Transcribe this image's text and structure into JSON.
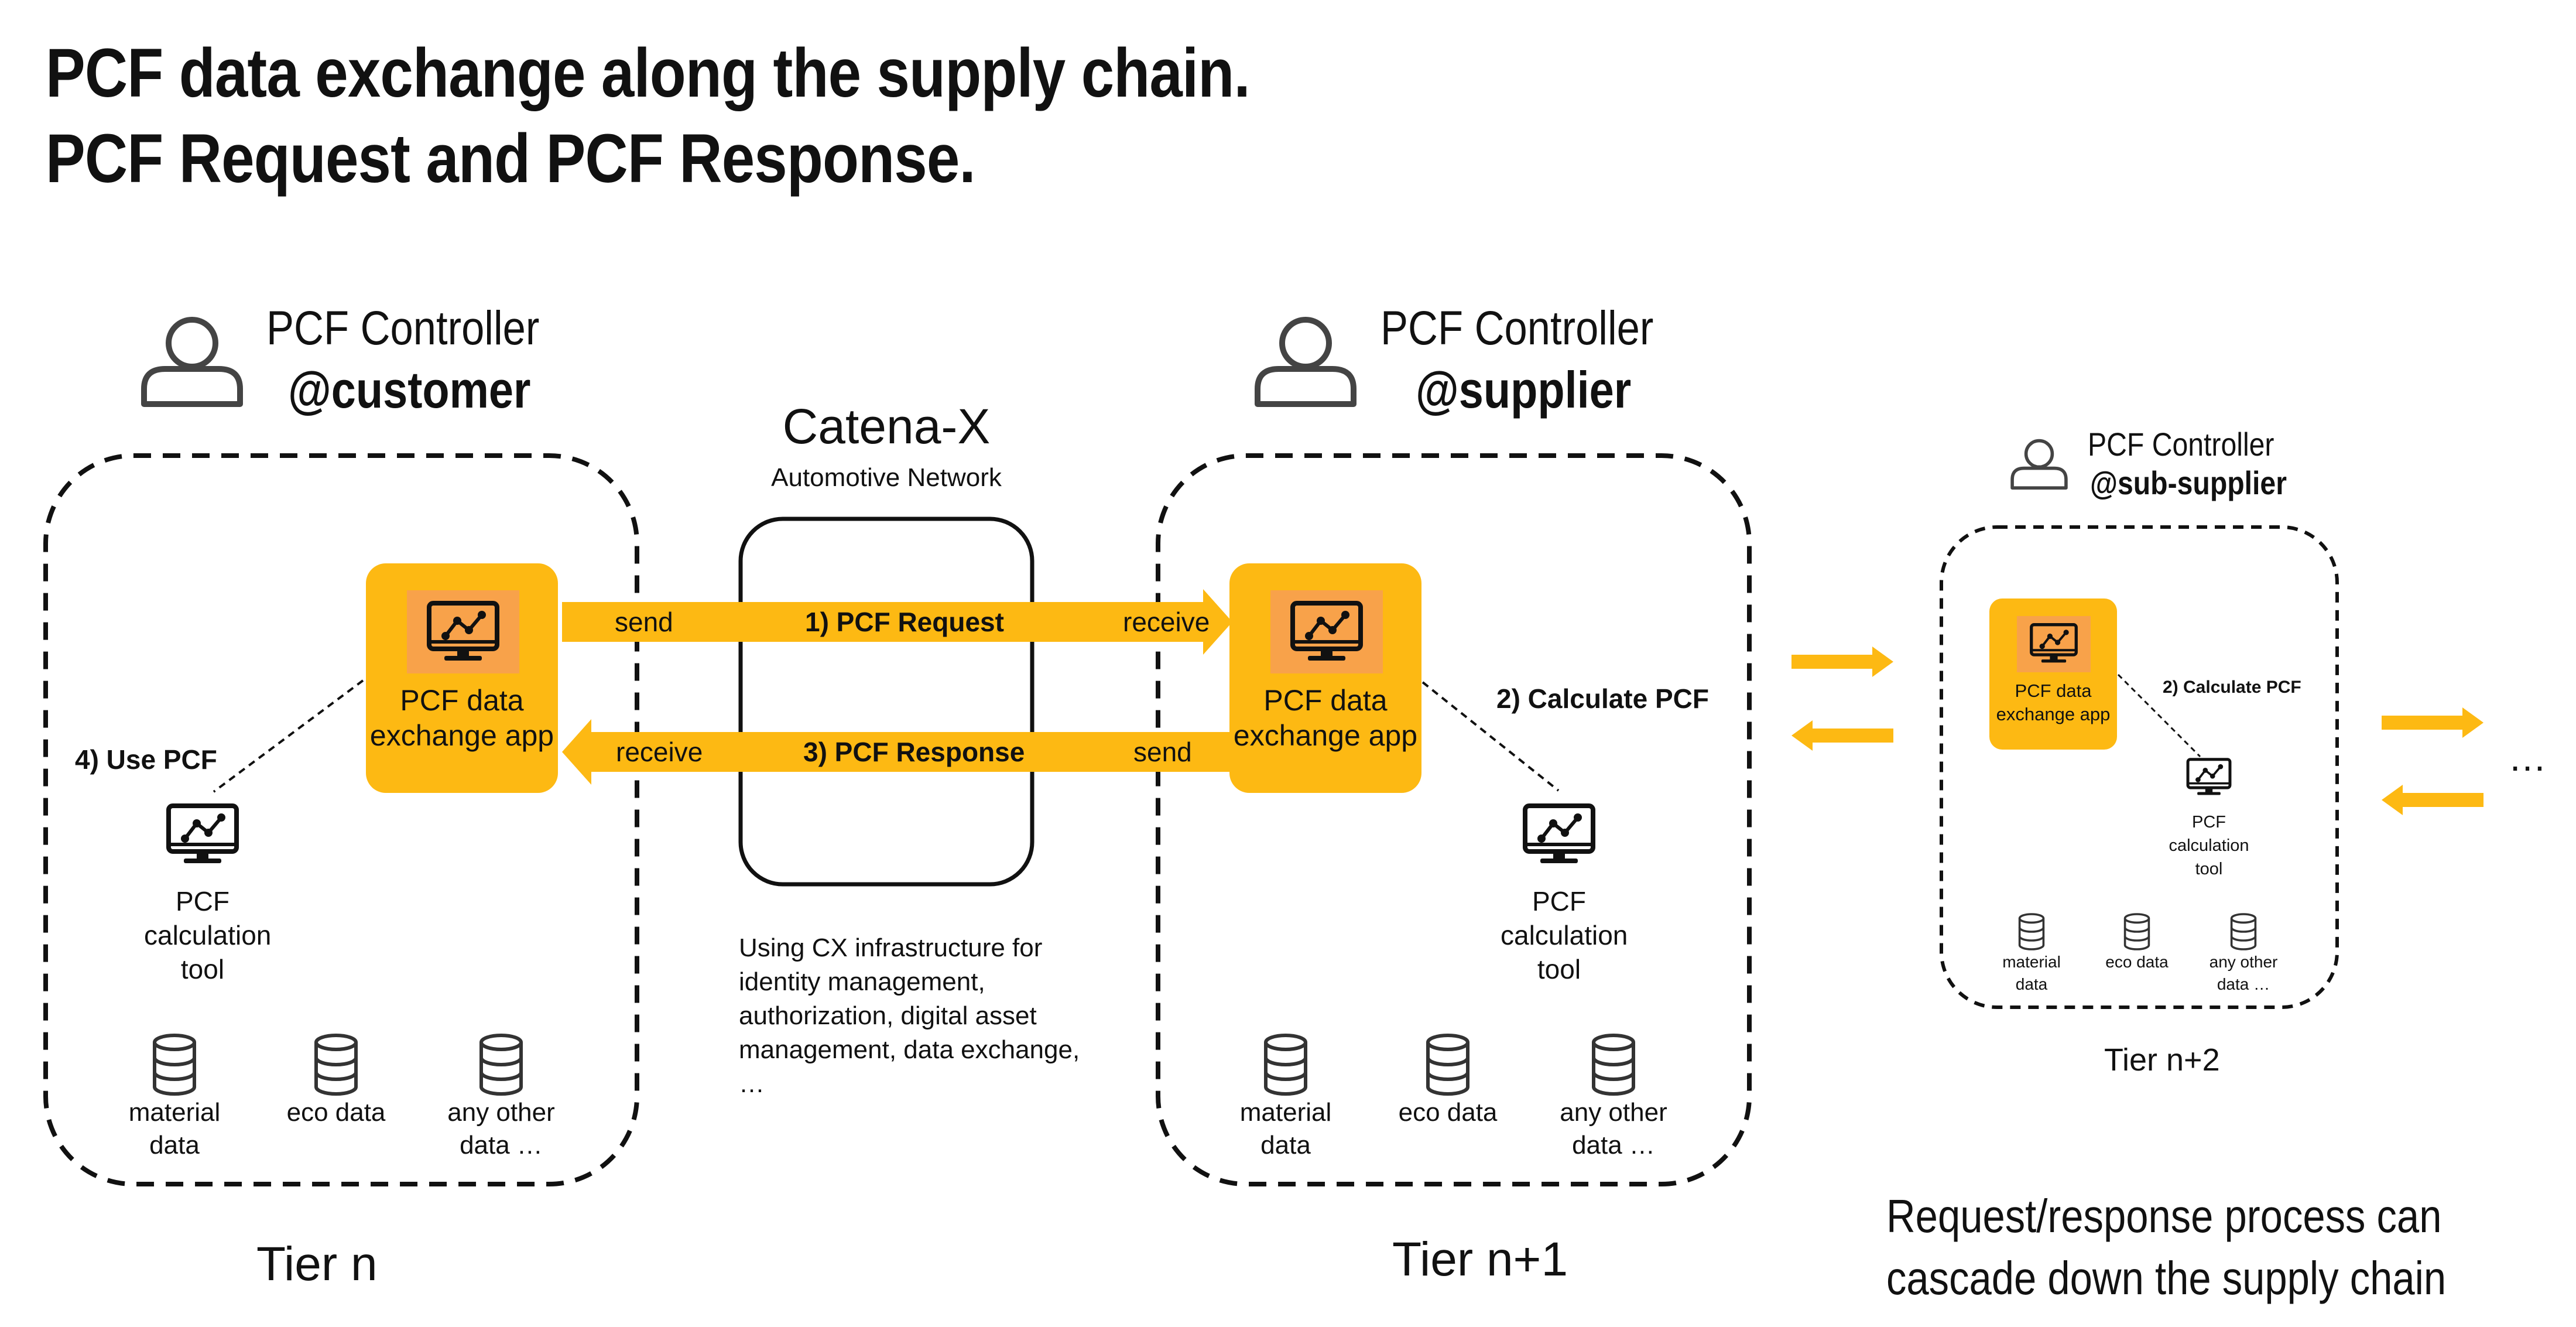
{
  "title": {
    "line1": "PCF data exchange along the supply chain.",
    "line2": "PCF Request and PCF Response."
  },
  "customer": {
    "controller": "PCF Controller",
    "handle": "@customer",
    "app_line1": "PCF data",
    "app_line2": "exchange app",
    "use_step": "4) Use PCF",
    "tool_line1": "PCF",
    "tool_line2": "calculation",
    "tool_line3": "tool",
    "data": [
      {
        "line1": "material",
        "line2": "data"
      },
      {
        "line1": "eco data",
        "line2": ""
      },
      {
        "line1": "any other",
        "line2": "data …"
      }
    ],
    "tier": "Tier n"
  },
  "network": {
    "name": "Catena-X",
    "subtitle": "Automotive Network",
    "description": [
      "Using CX infrastructure for",
      "identity management,",
      "authorization, digital asset",
      "management, data exchange,",
      "…"
    ]
  },
  "flows": {
    "request": {
      "send": "send",
      "label": "1) PCF Request",
      "receive": "receive"
    },
    "response": {
      "receive": "receive",
      "label": "3) PCF Response",
      "send": "send"
    }
  },
  "supplier": {
    "controller": "PCF Controller",
    "handle": "@supplier",
    "app_line1": "PCF data",
    "app_line2": "exchange app",
    "calc_step": "2) Calculate PCF",
    "tool_line1": "PCF",
    "tool_line2": "calculation",
    "tool_line3": "tool",
    "data": [
      {
        "line1": "material",
        "line2": "data"
      },
      {
        "line1": "eco data",
        "line2": ""
      },
      {
        "line1": "any other",
        "line2": "data …"
      }
    ],
    "tier": "Tier n+1"
  },
  "subsupplier": {
    "controller": "PCF Controller",
    "handle": "@sub-supplier",
    "app_line1": "PCF data",
    "app_line2": "exchange app",
    "calc_step": "2) Calculate PCF",
    "tool_line1": "PCF",
    "tool_line2": "calculation",
    "tool_line3": "tool",
    "data": [
      {
        "line1": "material",
        "line2": "data"
      },
      {
        "line1": "eco data",
        "line2": ""
      },
      {
        "line1": "any other",
        "line2": "data …"
      }
    ],
    "tier": "Tier n+2"
  },
  "ellipsis": "…",
  "cascade_note": {
    "line1": "Request/response process can",
    "line2": "cascade down the supply chain"
  },
  "colors": {
    "accent": "#FDB913",
    "accent_inner": "#F8A24A",
    "text": "#111111",
    "line": "#111111",
    "icon_gray": "#444444"
  }
}
